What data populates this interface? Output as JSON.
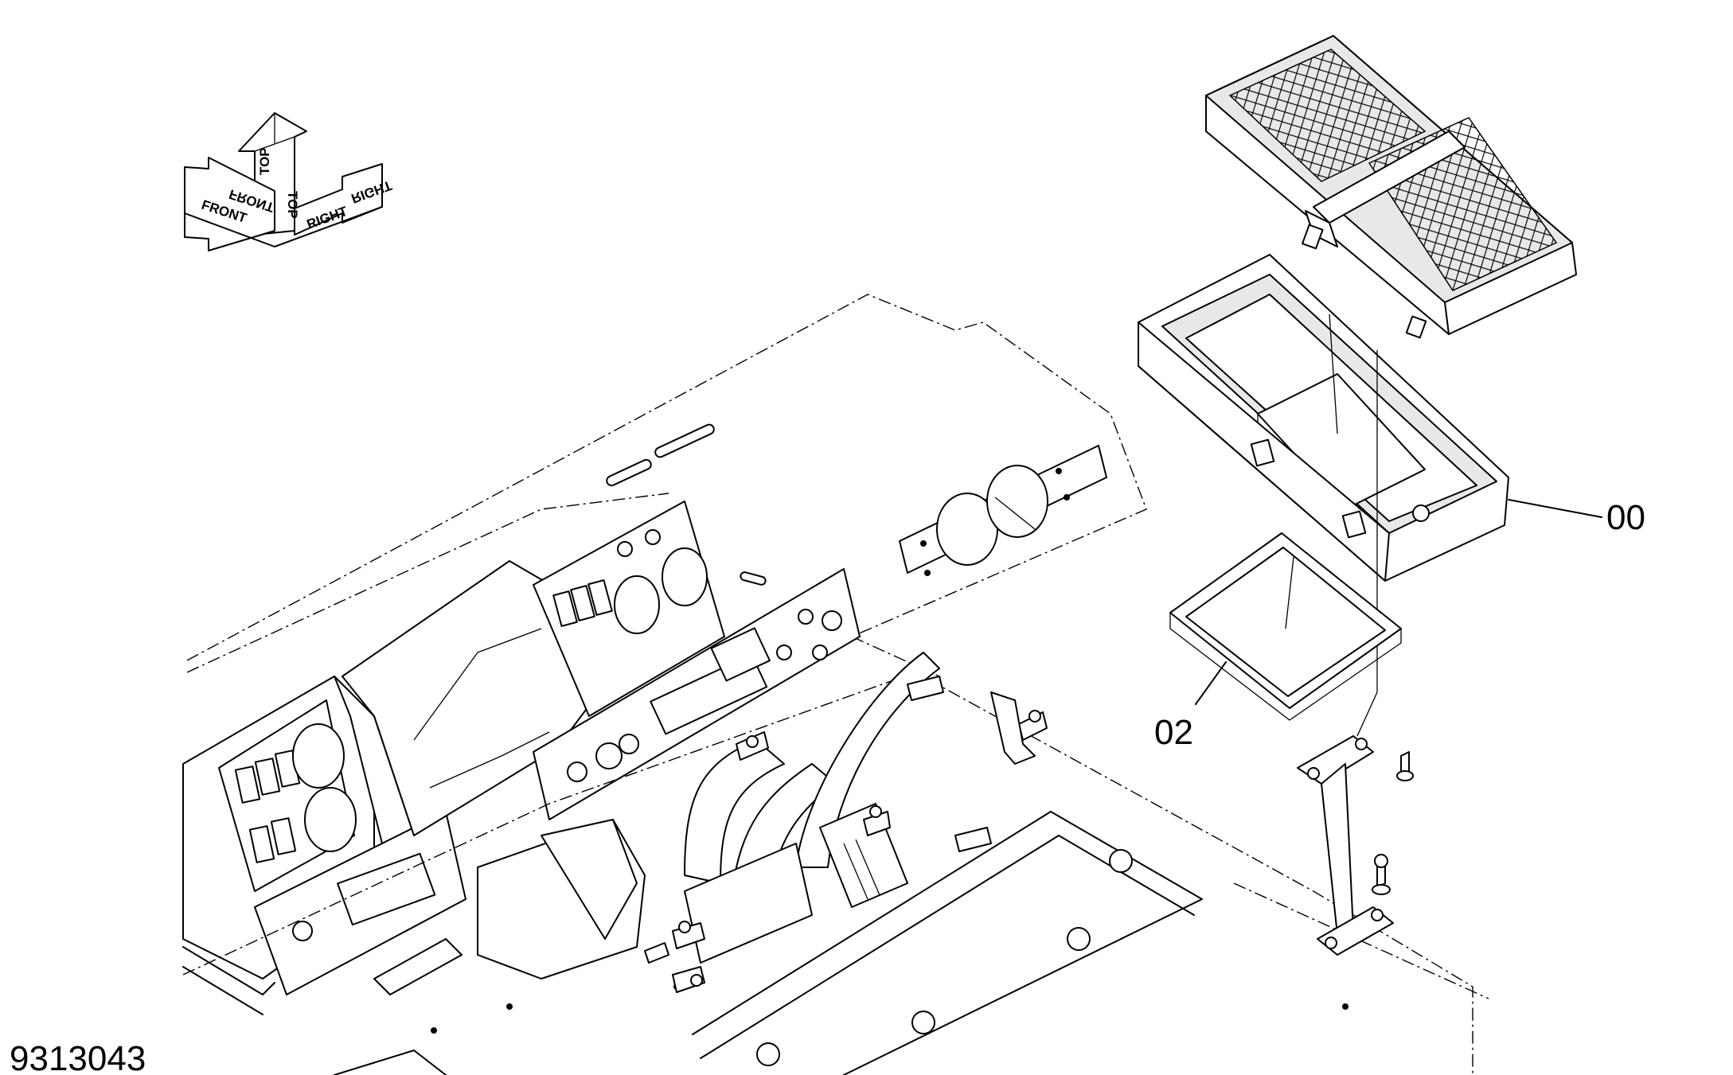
{
  "drawing": {
    "number": "9313043"
  },
  "orientation": {
    "front": "FRONT",
    "top": "TOP",
    "right": "RIGHT"
  },
  "callouts": [
    {
      "id": "00"
    },
    {
      "id": "02"
    }
  ]
}
